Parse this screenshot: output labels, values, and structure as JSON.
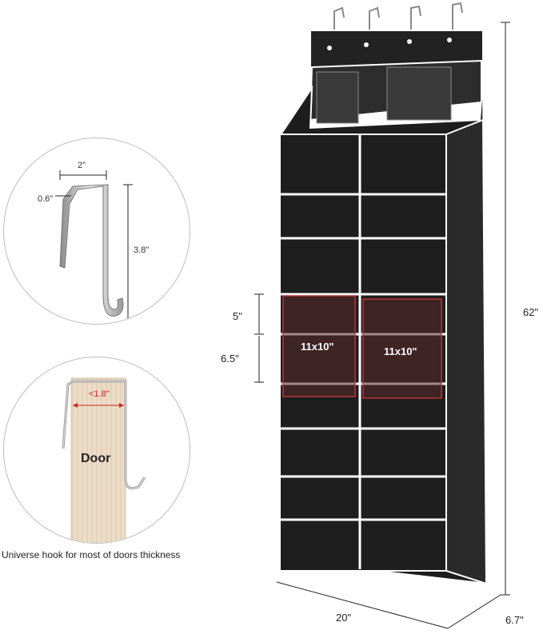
{
  "hook_detail": {
    "width_label": "2\"",
    "depth_label": "0.6\"",
    "height_label": "3.8\""
  },
  "door_detail": {
    "thickness_label": "<1.8\"",
    "door_label": "Door"
  },
  "caption": "Universe hook for most of doors thickness",
  "organizer": {
    "pocket_height_small": "5\"",
    "pocket_height_large": "6.5\"",
    "pocket_size_left": "11x10\"",
    "pocket_size_right": "11x10\"",
    "total_height": "62\"",
    "width": "20\"",
    "depth": "6.7\""
  },
  "colors": {
    "fabric": "#222222",
    "trim": "#ffffff",
    "highlight": "#8b2a2a",
    "door_wood": "#ecdcc8"
  }
}
